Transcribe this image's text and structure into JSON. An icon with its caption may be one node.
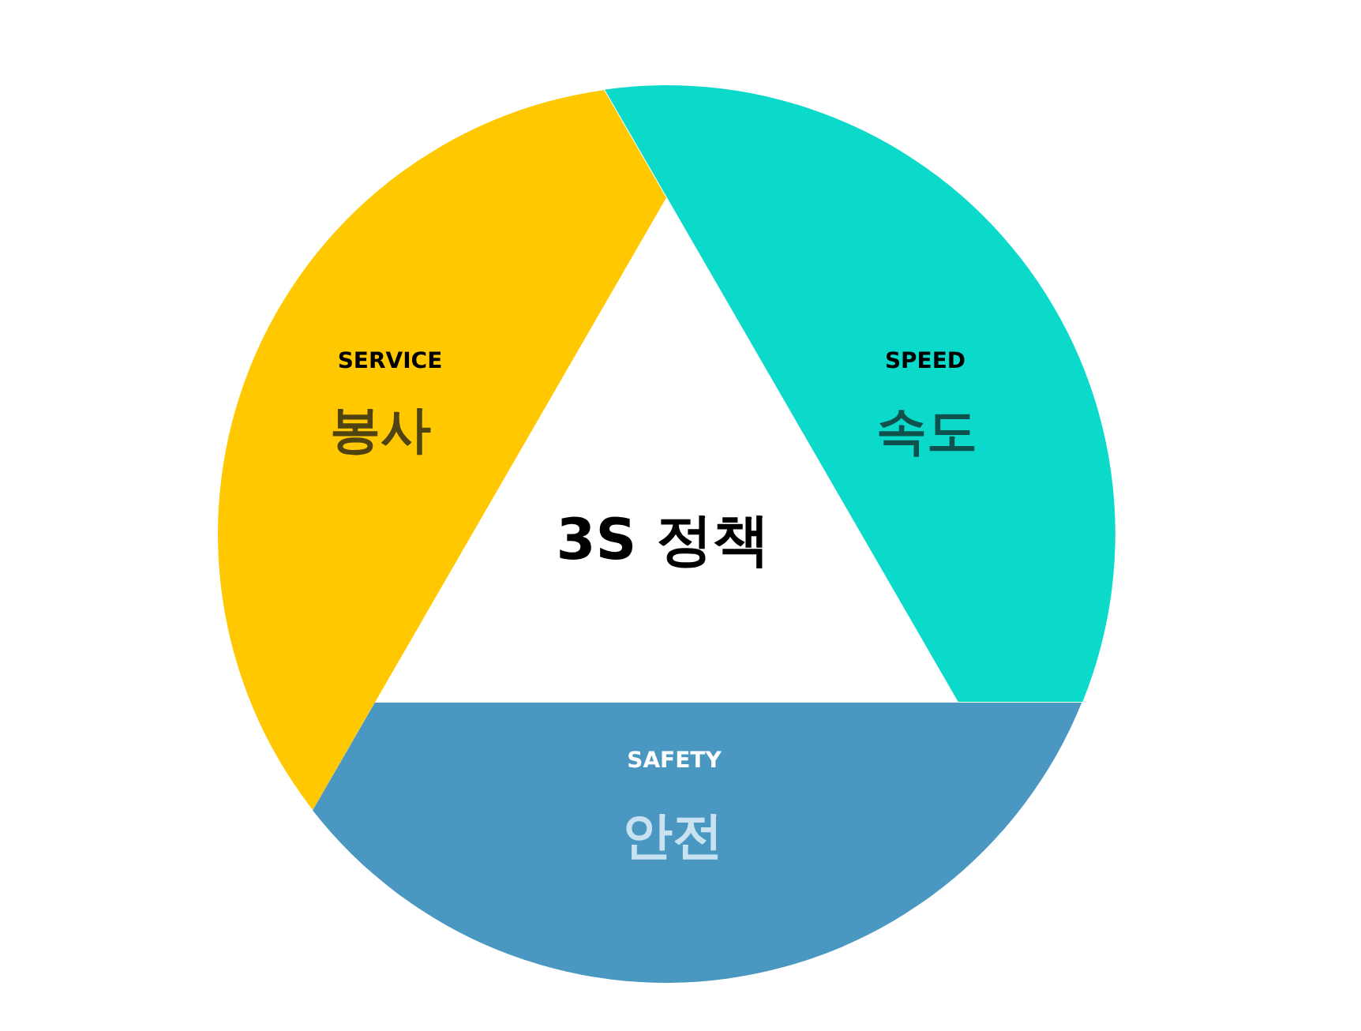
{
  "diagram": {
    "nodes": [
      {
        "text": [
          "SERVICE",
          "봉사"
        ]
      },
      {
        "text": [
          "SPEED",
          "속도"
        ]
      },
      {
        "text": [
          "3S 정책"
        ]
      },
      {
        "text": [
          "SAFETY",
          "안전"
        ]
      }
    ]
  }
}
